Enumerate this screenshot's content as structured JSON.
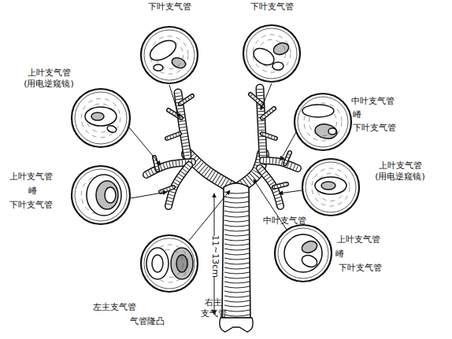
{
  "diagram": {
    "nodes": [
      {
        "text": [
          "下叶支气管"
        ]
      },
      {
        "text": [
          "下叶支气管"
        ]
      },
      {
        "text": [
          "上叶支气管 (用电逆窥镜)"
        ]
      },
      {
        "text": [
          "中叶支气管",
          "嵴",
          "下叶支气管"
        ]
      },
      {
        "text": [
          "上叶支气管",
          "嵴",
          "下叶支气管"
        ]
      },
      {
        "text": [
          "上叶支气管 (用电逆窥镜)"
        ]
      },
      {
        "text": [
          "左主支气管",
          "气管隆凸",
          "右主 支气管"
        ]
      },
      {
        "text": [
          "中叶支气管",
          "上叶支气管",
          "嵴",
          "下叶支气管"
        ]
      }
    ],
    "labels": [
      "11~13cm"
    ]
  }
}
